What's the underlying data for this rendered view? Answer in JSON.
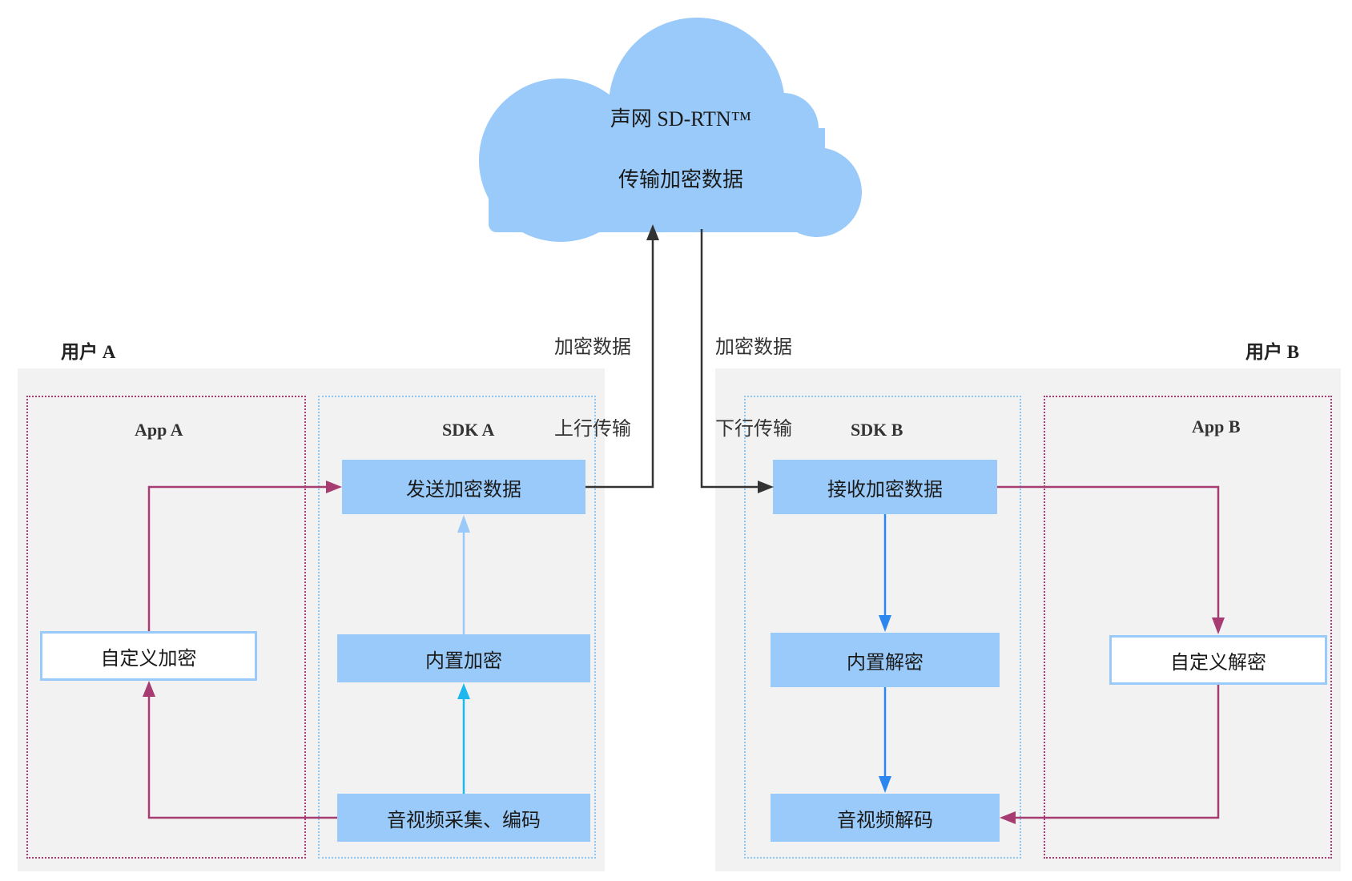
{
  "cloud": {
    "title": "声网 SD-RTN™",
    "subtitle": "传输加密数据"
  },
  "edge_labels": {
    "uplink": [
      "加密数据",
      "上行传输"
    ],
    "downlink": [
      "加密数据",
      "下行传输"
    ]
  },
  "user_a": {
    "label": "用户 A",
    "app": {
      "title": "App A",
      "custom_encrypt": "自定义加密"
    },
    "sdk": {
      "title": "SDK A",
      "send": "发送加密数据",
      "builtin_encrypt": "内置加密",
      "capture": "音视频采集、编码"
    }
  },
  "user_b": {
    "label": "用户 B",
    "sdk": {
      "title": "SDK B",
      "receive": "接收加密数据",
      "builtin_decrypt": "内置解密",
      "decode": "音视频解码"
    },
    "app": {
      "title": "App B",
      "custom_decrypt": "自定义解密"
    }
  },
  "colors": {
    "panel_bg": "#f2f2f2",
    "box_blue": "#99caf9",
    "cloud_blue": "#99caf9",
    "app_border": "#a63c72",
    "sdk_border": "#8cc7f5",
    "arrow_dark": "#333333",
    "arrow_purple": "#a63c72",
    "arrow_blue": "#2b86f0",
    "arrow_cyan": "#1fb8ee",
    "arrow_lightblue": "#99caf9"
  }
}
